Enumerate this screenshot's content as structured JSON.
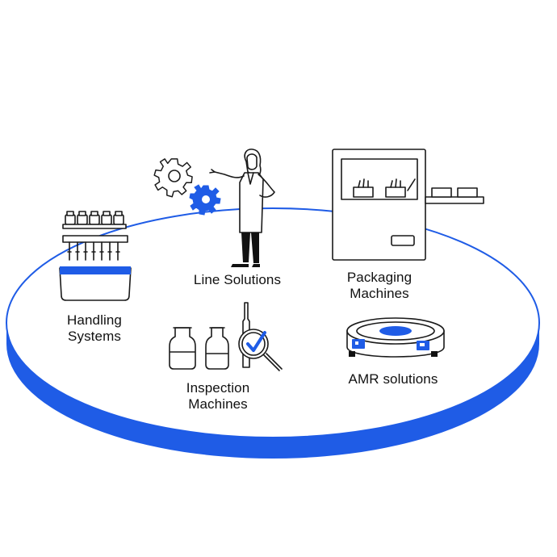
{
  "labels": {
    "handling": [
      "Handling",
      "Systems"
    ],
    "line": [
      "Line Solutions"
    ],
    "packaging": [
      "Packaging",
      "Machines"
    ],
    "inspection": [
      "Inspection",
      "Machines"
    ],
    "amr": [
      "AMR solutions"
    ]
  },
  "colors": {
    "accent": "#1f5ce6",
    "line": "#1a1a1a",
    "background": "#ffffff"
  },
  "icons": [
    "gear-icon",
    "person-icon",
    "packaging-machine-icon",
    "vial-rack-icon",
    "vial-icon",
    "magnifier-check-icon",
    "robot-vacuum-icon"
  ]
}
